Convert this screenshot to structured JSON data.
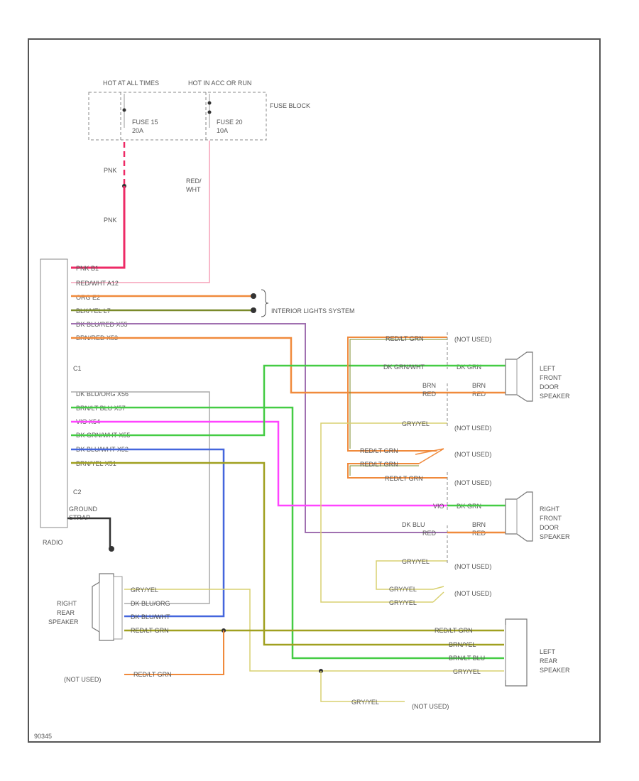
{
  "fuse_block": {
    "hot_at_all": "HOT AT ALL TIMES",
    "hot_ignition": "HOT IN ACC OR RUN",
    "fuse_left": "FUSE 15",
    "fuse_left_amps": "20A",
    "fuse_right": "FUSE 20",
    "fuse_right_amps": "10A",
    "block_label": "FUSE BLOCK"
  },
  "feed_wires": {
    "pnk_upper": "PNK",
    "pnk_lower": "PNK",
    "red_wht_1": "RED/",
    "red_wht_2": "WHT"
  },
  "radio": {
    "label": "RADIO",
    "c1": "C1",
    "c2": "C2",
    "ground_1": "GROUND",
    "ground_2": "STRAP",
    "c1_pins": [
      "PNK  B1",
      "RED/WHT  A12",
      "ORG  E2",
      "BLK/YEL  L7",
      "DK BLU/RED  X55",
      "BRN/RED  X53"
    ],
    "c2_pins": [
      "DK BLU/ORG  X56",
      "BRN/LT BLU  X57",
      "VIO  X54",
      "DK GRN/WHT  X55",
      "DK BLU/WHT  X52",
      "BRN/YEL  X51"
    ]
  },
  "interior_lights": "INTERIOR LIGHTS SYSTEM",
  "mid_labels": {
    "red_lt_grn_1": "RED/LT GRN",
    "dk_grn_wht": "DK GRN/WHT",
    "dk_grn_1": "DK GRN",
    "brn_1": "BRN",
    "red_1": "RED",
    "brn_2": "BRN",
    "red_2": "RED",
    "gry_yel_1": "GRY/YEL",
    "red_lt_grn_2": "RED/LT GRN",
    "red_lt_grn_3": "RED/LT GRN",
    "red_lt_grn_4": "RED/LT GRN",
    "vio": "VIO",
    "dk_grn_2": "DK GRN",
    "dk_blu": "DK BLU",
    "red_3": "RED",
    "brn_3": "BRN",
    "red_4": "RED",
    "gry_yel_2": "GRY/YEL",
    "gry_yel_3": "GRY/YEL",
    "gry_yel_4": "GRY/YEL"
  },
  "not_used": "(NOT USED)",
  "lf_speaker": [
    "LEFT",
    "FRONT",
    "DOOR",
    "SPEAKER"
  ],
  "rf_speaker": [
    "RIGHT",
    "FRONT",
    "DOOR",
    "SPEAKER"
  ],
  "rr_speaker": [
    "RIGHT",
    "REAR",
    "SPEAKER"
  ],
  "lr_speaker": [
    "LEFT",
    "REAR",
    "SPEAKER"
  ],
  "rr_pins": [
    "GRY/YEL",
    "DK BLU/ORG",
    "DK BLU/WHT",
    "RED/LT GRN"
  ],
  "lr_pins": [
    "RED/LT GRN",
    "BRN/YEL",
    "BRN/LT BLU",
    "GRY/YEL"
  ],
  "bottom_labels": {
    "red_lt_grn": "RED/LT GRN",
    "gry_yel": "GRY/YEL"
  },
  "corner_code": "90345",
  "wire_colors": {
    "pink": "#ee2a66",
    "pink_light": "#f5a0b8",
    "orange": "#f08a3c",
    "olive": "#7a8a2a",
    "purple": "#a070b0",
    "green": "#44cc44",
    "magenta": "#ff44ff",
    "blue": "#4466dd",
    "yellow": "#d8d070",
    "gray": "#aaaaaa"
  }
}
